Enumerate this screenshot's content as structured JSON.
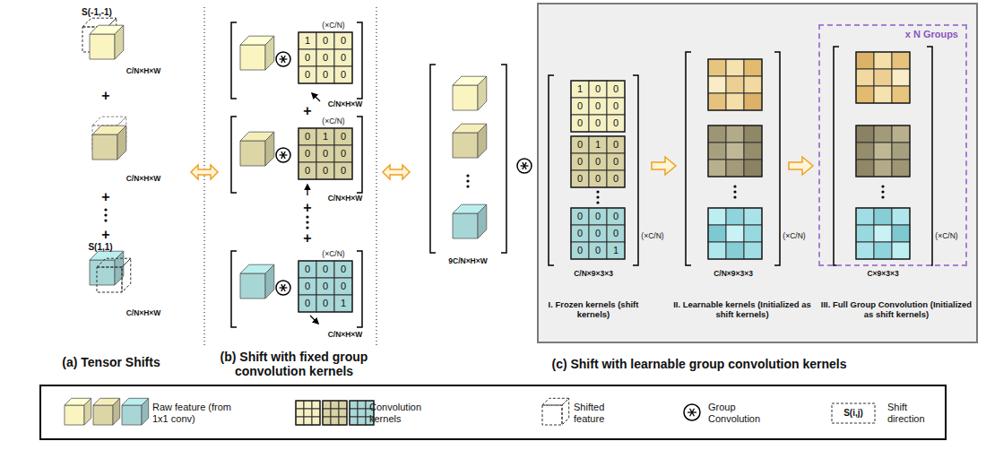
{
  "diagram": {
    "nodes": [
      {
        "text": [
          "x N Groups"
        ]
      }
    ],
    "labels": [
      "S(-1,-1)",
      "C/N×H×W",
      "+",
      "C/N×H×W",
      "+",
      "+",
      "S(1,1)",
      "C/N×H×W",
      "(a) Tensor Shifts",
      "(×C/N)",
      "1",
      "0",
      "0",
      "0",
      "0",
      "0",
      "0",
      "0",
      "0",
      "C/N×H×W",
      "+",
      "(×C/N)",
      "0",
      "1",
      "0",
      "0",
      "0",
      "0",
      "0",
      "0",
      "0",
      "C/N×H×W",
      "+",
      "+",
      "(×C/N)",
      "0",
      "0",
      "0",
      "0",
      "0",
      "0",
      "0",
      "0",
      "1",
      "C/N×H×W",
      "(b) Shift with fixed group convolution kernels",
      "9C/N×H×W",
      "1",
      "0",
      "0",
      "0",
      "0",
      "0",
      "0",
      "0",
      "0",
      "0",
      "1",
      "0",
      "0",
      "0",
      "0",
      "0",
      "0",
      "0",
      "0",
      "0",
      "0",
      "0",
      "0",
      "0",
      "0",
      "0",
      "1",
      "(×C/N)",
      "C/N×9×3×3",
      "I. Frozen kernels (shift kernels)",
      "(×C/N)",
      "C/N×9×3×3",
      "II. Learnable kernels (Initialized as shift kernels)",
      "(×C/N)",
      "C×9×3×3",
      "III. Full Group Convolution (Initialized as shift kernels)",
      "(c) Shift with learnable group convolution kernels",
      "S(i,j)"
    ],
    "legend": [
      {
        "text": "Raw feature (from 1x1 conv)"
      },
      {
        "text": "Convolution kernels"
      },
      {
        "text": "Shifted feature"
      },
      {
        "text": "Group Convolution"
      },
      {
        "text": "Shift direction"
      }
    ]
  }
}
